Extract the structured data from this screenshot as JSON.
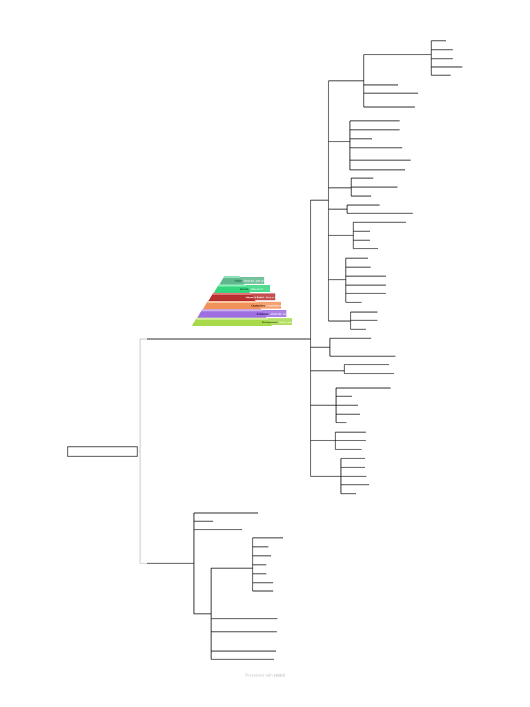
{
  "pyramid": {
    "levels": [
      {
        "title": "Vision",
        "text": "What am I part of?",
        "color": "#5fb88d",
        "top": "#8fe0b6",
        "title_color": "#1f5a3d"
      },
      {
        "title": "Identity",
        "text": "Who am I?",
        "color": "#33d67c",
        "top": "#8cf0b8",
        "title_color": "#0e5a2e"
      },
      {
        "title": "Values & Belief",
        "text": "What is important?",
        "color": "#b83232",
        "top": "#e07878",
        "title_color": "#ffffff"
      },
      {
        "title": "Capabilities",
        "text": "How/What will I learn?",
        "color": "#f1925a",
        "top": "#f8c29d",
        "title_color": "#5a2a0c"
      },
      {
        "title": "Behaviour",
        "text": "What will I do differently?",
        "color": "#9d6fe0",
        "top": "#c8aef2",
        "title_color": "#2d1060"
      },
      {
        "title": "Environment",
        "text": "Where and when am I?",
        "color": "#a7d94b",
        "top": "#d3ee9c",
        "title_color": "#2f4a05"
      }
    ]
  },
  "footer": {
    "prefix": "Presented with",
    "brand": "xmind"
  },
  "colors": {
    "line": "#000000",
    "connector": "#bdbdbd"
  }
}
